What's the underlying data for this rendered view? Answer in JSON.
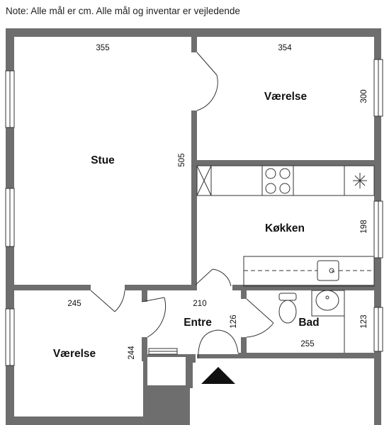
{
  "note": "Note: Alle mål er cm. Alle mål og inventar er vejledende",
  "rooms": {
    "stue": "Stue",
    "vaerelse_top": "Værelse",
    "kokken": "Køkken",
    "vaerelse_bottom": "Værelse",
    "entre": "Entre",
    "bad": "Bad"
  },
  "dimensions": {
    "stue_width": "355",
    "stue_depth": "505",
    "vaerelse_top_width": "354",
    "vaerelse_top_depth": "300",
    "kokken_depth": "198",
    "vaerelse_bottom_width": "245",
    "vaerelse_bottom_depth": "244",
    "entre_width": "210",
    "entre_depth": "126",
    "bad_width": "255",
    "bad_depth": "123"
  },
  "colors": {
    "wall": "#6e6e6e",
    "fixture_line": "#333333",
    "text": "#111111"
  },
  "icons": {
    "entrance_marker": "entrance-arrow-icon"
  }
}
